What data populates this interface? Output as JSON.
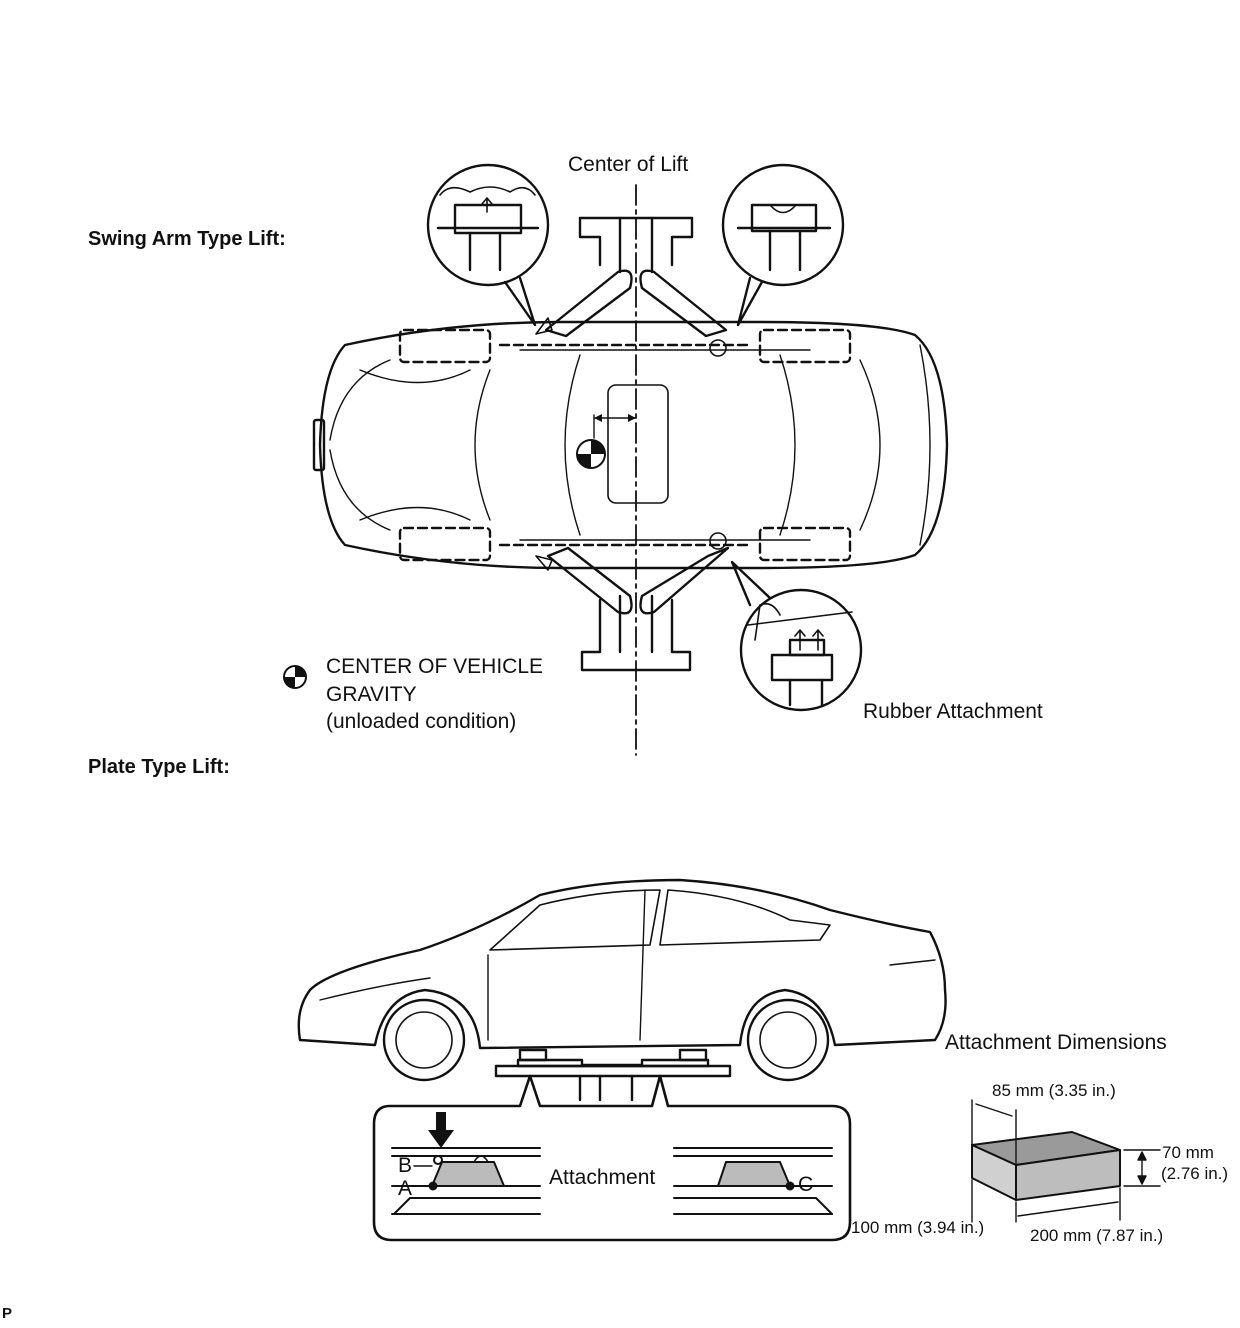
{
  "swing": {
    "title": "Swing Arm Type Lift:",
    "center_label": "Center of Lift",
    "gravity_label_1": "CENTER OF VEHICLE",
    "gravity_label_2": "GRAVITY",
    "gravity_label_3": "(unloaded condition)",
    "rubber_label": "Rubber Attachment"
  },
  "plate": {
    "title": "Plate Type Lift:",
    "attachment_label": "Attachment",
    "point_a": "A",
    "point_b": "B",
    "point_c": "C",
    "dims_title": "Attachment Dimensions",
    "dim_85": "85 mm (3.35 in.)",
    "dim_70a": "70 mm",
    "dim_70b": "(2.76 in.)",
    "dim_100": "100 mm (3.94 in.)",
    "dim_200": "200 mm (7.87 in.)"
  },
  "footer": {
    "code": "P"
  }
}
